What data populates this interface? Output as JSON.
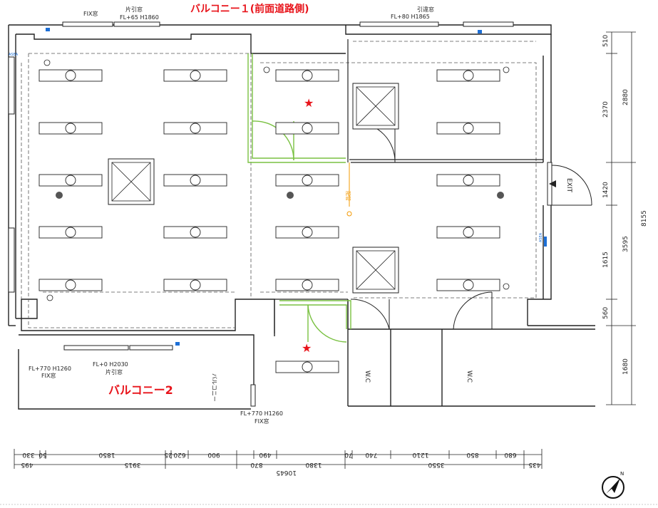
{
  "labels": {
    "balcony1": "バルコニー１(前面道路側)",
    "balcony2": "バルコニー2",
    "balcony_vertical": "バルコニー",
    "exit": "EXIT",
    "wc_left": "W.C",
    "wc_right": "W.C",
    "sign_left": "ASEA",
    "sign_right": "ASEA",
    "pipe": "配管"
  },
  "window_notes": {
    "top_left_1": "FIX窓",
    "top_left_2": "片引窓",
    "top_left_3": "FL+65 H1860",
    "top_right_1": "引違窓",
    "top_right_2": "FL+80 H1865",
    "balcony2_a1": "FIX窓",
    "balcony2_a2": "FL+770 H1260",
    "balcony2_b1": "片引窓",
    "balcony2_b2": "FL+0 H2030",
    "bottom_1": "FIX窓",
    "bottom_2": "FL+770 H1260"
  },
  "dims_right": {
    "d510": "510",
    "d2370": "2370",
    "d2880": "2880",
    "d1420": "1420",
    "d1615": "1615",
    "d3595": "3595",
    "d560": "560",
    "d8155": "8155",
    "d1680": "1680"
  },
  "dims_bottom_row1": [
    "330",
    "50",
    "1850",
    "25",
    "620",
    "900",
    "490",
    "70",
    "740",
    "1210",
    "850",
    "680"
  ],
  "dims_bottom_row2": [
    "495",
    "3915",
    "870",
    "1380",
    "3550",
    "435"
  ],
  "dims_bottom_total": "10645",
  "colors": {
    "label_red": "#e8141b",
    "partition_green": "#7ac142",
    "pipe_orange": "#f39800",
    "fixture_blue": "#1d6fd6",
    "wall": "#222222"
  },
  "icons": {
    "compass": "north-arrow-icon",
    "star": "star-icon"
  }
}
